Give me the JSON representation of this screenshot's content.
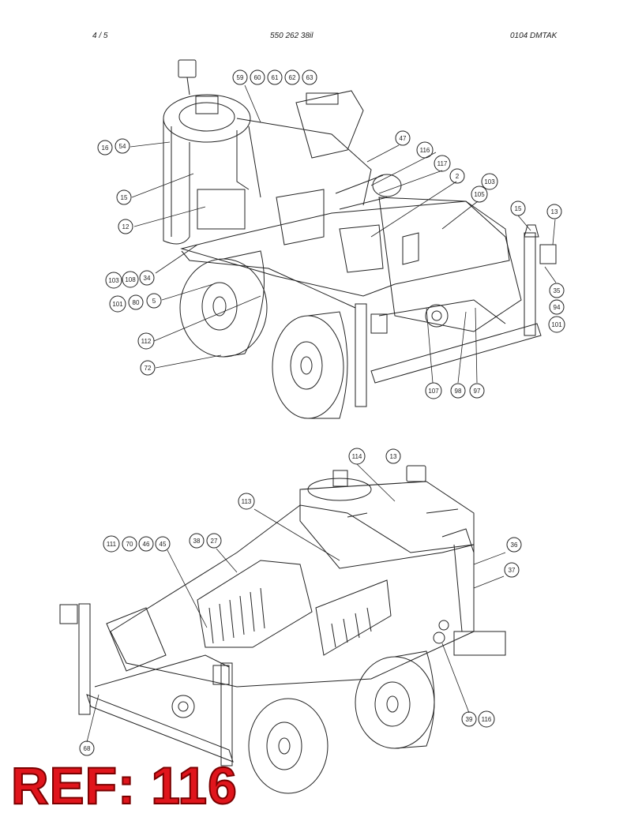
{
  "header": {
    "page": "4 /   5",
    "doc_number": "550 262 38il",
    "code": "0104   DMTAK"
  },
  "colors": {
    "ref_red": "#e0151c",
    "ref_outline": "#7a0000",
    "line": "#222222"
  },
  "callouts_top": [
    {
      "id": "c59",
      "label": "59"
    },
    {
      "id": "c60",
      "label": "60"
    },
    {
      "id": "c61",
      "label": "61"
    },
    {
      "id": "c62",
      "label": "62"
    },
    {
      "id": "c63",
      "label": "63"
    },
    {
      "id": "c16",
      "label": "16"
    },
    {
      "id": "c54",
      "label": "54"
    },
    {
      "id": "c47",
      "label": "47"
    },
    {
      "id": "c116a",
      "label": "116"
    },
    {
      "id": "c117",
      "label": "117"
    },
    {
      "id": "c2",
      "label": "2"
    },
    {
      "id": "c103a",
      "label": "103"
    },
    {
      "id": "c105",
      "label": "105"
    },
    {
      "id": "c15a",
      "label": "15"
    },
    {
      "id": "c13a",
      "label": "13"
    },
    {
      "id": "c15b",
      "label": "15"
    },
    {
      "id": "c12",
      "label": "12"
    },
    {
      "id": "c103b",
      "label": "103"
    },
    {
      "id": "c108",
      "label": "108"
    },
    {
      "id": "c34",
      "label": "34"
    },
    {
      "id": "c35",
      "label": "35"
    },
    {
      "id": "c94",
      "label": "94"
    },
    {
      "id": "c101a",
      "label": "101"
    },
    {
      "id": "c101b",
      "label": "101"
    },
    {
      "id": "c80",
      "label": "80"
    },
    {
      "id": "c5",
      "label": "5"
    },
    {
      "id": "c112",
      "label": "112"
    },
    {
      "id": "c72",
      "label": "72"
    },
    {
      "id": "c107",
      "label": "107"
    },
    {
      "id": "c98",
      "label": "98"
    },
    {
      "id": "c97",
      "label": "97"
    }
  ],
  "callouts_bottom": [
    {
      "id": "d114",
      "label": "114"
    },
    {
      "id": "d13",
      "label": "13"
    },
    {
      "id": "d113",
      "label": "113"
    },
    {
      "id": "d111",
      "label": "111"
    },
    {
      "id": "d70",
      "label": "70"
    },
    {
      "id": "d46",
      "label": "46"
    },
    {
      "id": "d45",
      "label": "45"
    },
    {
      "id": "d38",
      "label": "38"
    },
    {
      "id": "d27",
      "label": "27"
    },
    {
      "id": "d36",
      "label": "36"
    },
    {
      "id": "d37",
      "label": "37"
    },
    {
      "id": "d39",
      "label": "39"
    },
    {
      "id": "d116",
      "label": "116"
    },
    {
      "id": "d68",
      "label": "68"
    }
  ],
  "ref_label": "REF: 116"
}
